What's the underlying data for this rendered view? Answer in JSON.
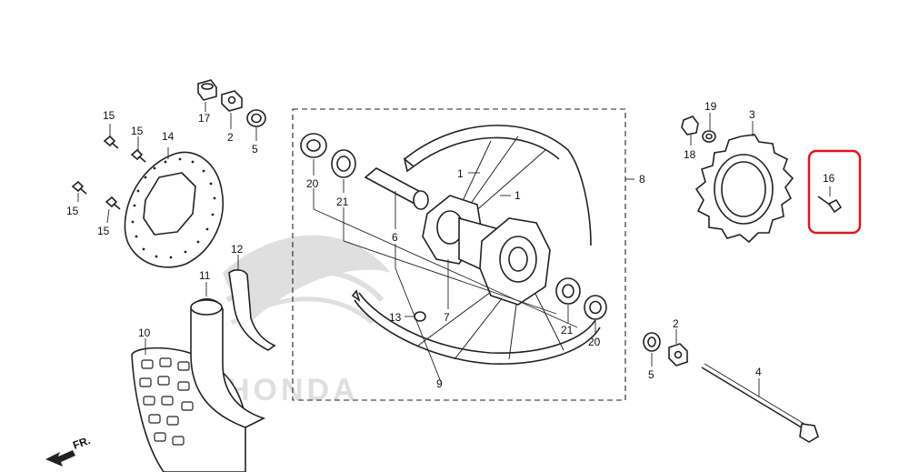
{
  "diagram": {
    "callouts": {
      "c1a": "1",
      "c1b": "1",
      "c2a": "2",
      "c2b": "2",
      "c3": "3",
      "c4": "4",
      "c5a": "5",
      "c5b": "5",
      "c6": "6",
      "c7": "7",
      "c8": "8",
      "c9": "9",
      "c10": "10",
      "c11": "11",
      "c12": "12",
      "c13": "13",
      "c14": "14",
      "c15a": "15",
      "c15b": "15",
      "c15c": "15",
      "c15d": "15",
      "c16": "16",
      "c17": "17",
      "c18": "18",
      "c19": "19",
      "c20a": "20",
      "c20b": "20",
      "c21a": "21",
      "c21b": "21"
    },
    "watermark": "HONDA",
    "front_indicator": "FR.",
    "highlight": {
      "part": "16",
      "color": "#e0141e"
    }
  }
}
